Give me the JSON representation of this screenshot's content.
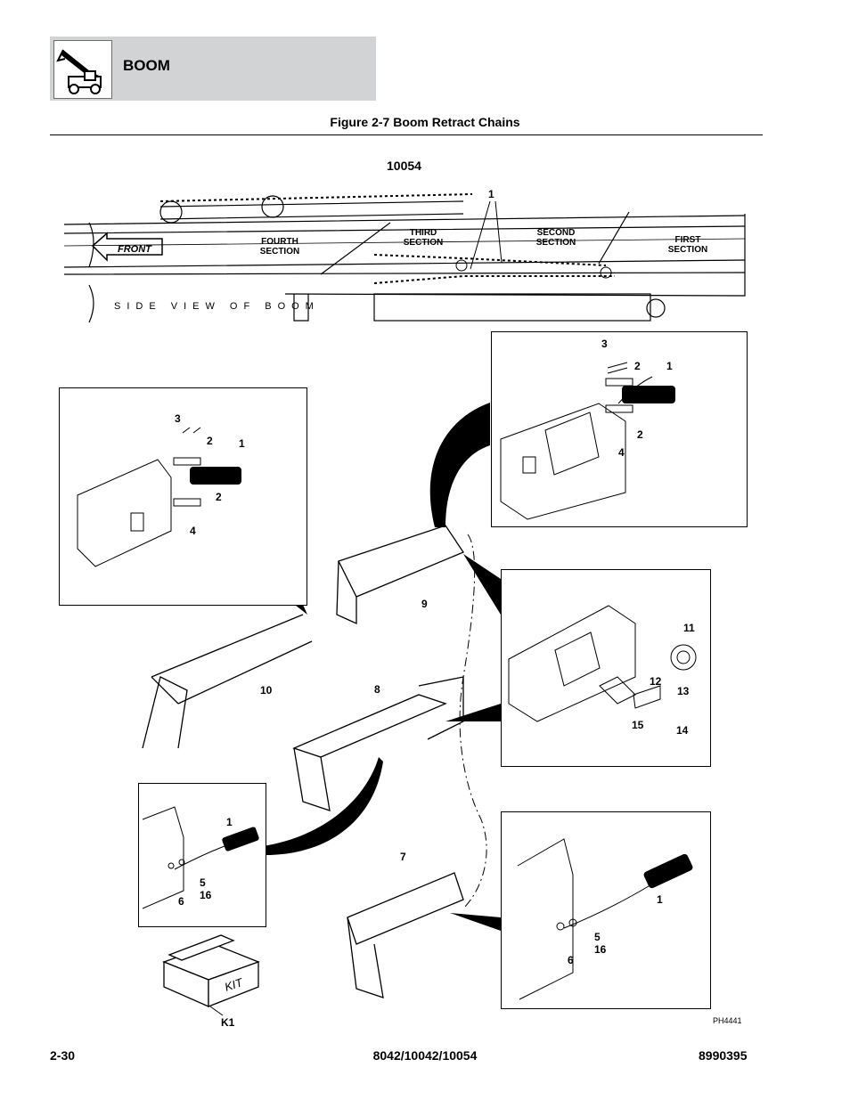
{
  "header": {
    "section_title": "BOOM",
    "figure_title": "Figure 2-7 Boom Retract Chains",
    "model_label": "10054"
  },
  "side_view": {
    "caption": "SIDE VIEW OF BOOM",
    "front_label": "FRONT",
    "sections": {
      "fourth": [
        "FOURTH",
        "SECTION"
      ],
      "third": [
        "THIRD",
        "SECTION"
      ],
      "second": [
        "SECOND",
        "SECTION"
      ],
      "first": [
        "FIRST",
        "SECTION"
      ]
    },
    "callout": "1"
  },
  "callouts": {
    "top_right": [
      "3",
      "2",
      "1",
      "2",
      "4"
    ],
    "top_left": [
      "3",
      "2",
      "1",
      "2",
      "4"
    ],
    "boom_parts": [
      "9",
      "10",
      "8",
      "7"
    ],
    "mid_right": [
      "11",
      "12",
      "13",
      "15",
      "14"
    ],
    "bottom_left": [
      "1",
      "5",
      "16",
      "6"
    ],
    "bottom_right": [
      "1",
      "5",
      "16",
      "6"
    ],
    "kit": "K1",
    "kit_box_text": "KIT"
  },
  "ph_code": "PH4441",
  "footer": {
    "page_number": "2-30",
    "models": "8042/10042/10054",
    "doc_number": "8990395"
  }
}
